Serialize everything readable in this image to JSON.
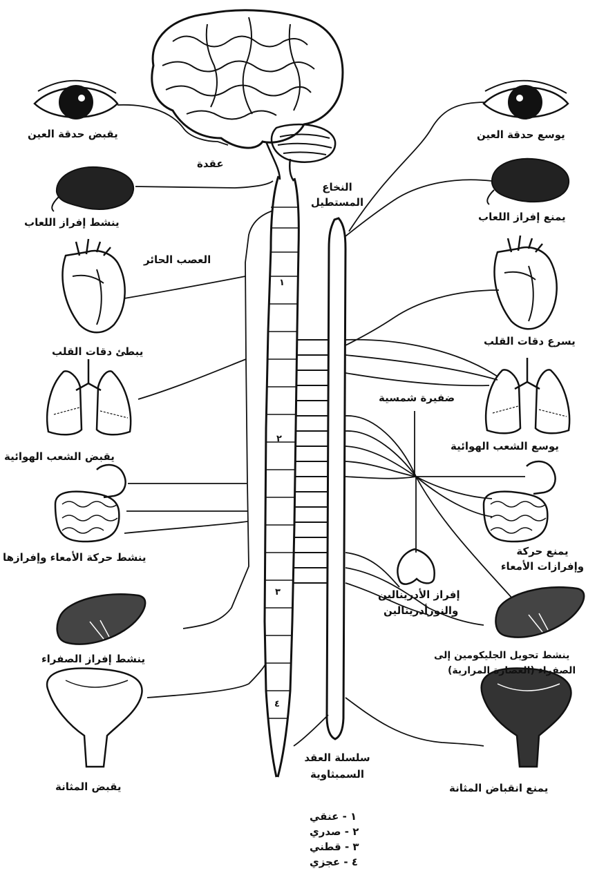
{
  "left_labels": {
    "eye": "يقبض حدقة العين",
    "ganglion": "عقدة",
    "saliva": "ينشط إفراز اللعاب",
    "vagus": "العصب الحائر",
    "heart": "يبطئ دقات القلب",
    "lungs": "يقبض الشعب الهوائية",
    "intestine": "ينشط حركة الأمعاء وإفرازها",
    "liver": "ينشط إفراز الصفراء",
    "bladder": "يقبض المثانة"
  },
  "right_labels": {
    "eye": "يوسع حدقة العين",
    "saliva": "يمنع إفراز اللعاب",
    "heart": "يسرع دقات القلب",
    "solar_plexus": "ضفيرة شمسية",
    "lungs": "يوسع الشعب الهوائية",
    "intestine_line1": "يمنع حركة",
    "intestine_line2": "وإفرازات الأمعاء",
    "adrenal_line1": "إفراز الأدرينالين",
    "adrenal_line2": "والنورأدرينالين",
    "liver_line1": "ينشط تحويل الجليكومين إلى",
    "liver_line2": "الصفراء (العصارة المرارية)",
    "bladder": "يمنع انقباض المثانة"
  },
  "center_labels": {
    "spinal_cord_line1": "النخاع",
    "spinal_cord_line2": "المستطيل",
    "chain_line1": "سلسلة العقد",
    "chain_line2": "السمبثاوية"
  },
  "segment_numbers": [
    "١",
    "٢",
    "٣",
    "٤"
  ],
  "legend": [
    "١ - عنقي",
    "٢ - صدري",
    "٣ - قطني",
    "٤ - عجزي"
  ]
}
